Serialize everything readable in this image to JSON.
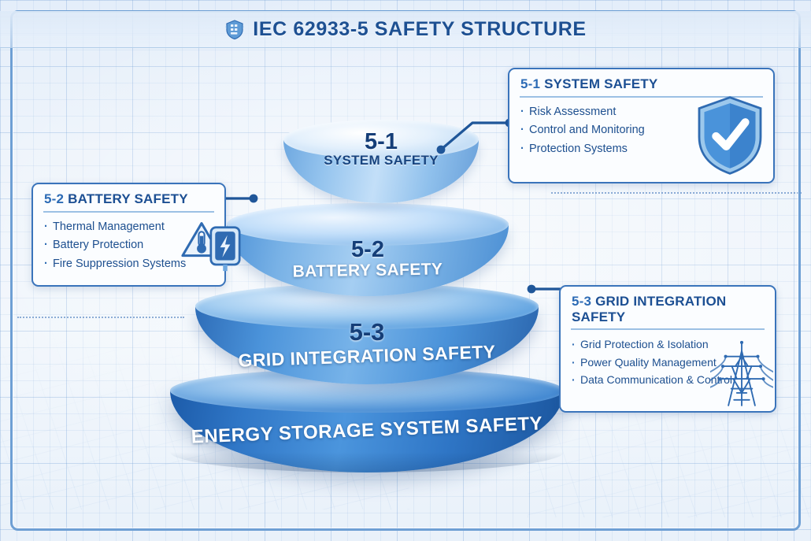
{
  "header": {
    "title": "IEC 62933-5 SAFETY STRUCTURE",
    "icon": "shield-grid-icon"
  },
  "pyramid": {
    "tiers": [
      {
        "id": "5-1",
        "number": "5-1",
        "name": "SYSTEM SAFETY",
        "color": "#cfe3f7"
      },
      {
        "id": "5-2",
        "number": "5-2",
        "name": "BATTERY SAFETY",
        "color": "#79b2e6"
      },
      {
        "id": "5-3",
        "number": "5-3",
        "name": "GRID INTEGRATION SAFETY",
        "color": "#4b93da"
      },
      {
        "id": "base",
        "number": "",
        "name": "ENERGY STORAGE SYSTEM SAFETY",
        "color": "#2a6cc0"
      }
    ]
  },
  "callouts": {
    "system_safety": {
      "index": "5-1",
      "title": "SYSTEM SAFETY",
      "items": [
        "Risk Assessment",
        "Control and Monitoring",
        "Protection Systems"
      ],
      "icon": "shield-check-icon"
    },
    "battery_safety": {
      "index": "5-2",
      "title": "BATTERY SAFETY",
      "items": [
        "Thermal Management",
        "Battery Protection",
        "Fire Suppression Systems"
      ],
      "icons": [
        "thermometer-warning-icon",
        "battery-bolt-icon"
      ]
    },
    "grid_integration_safety": {
      "index": "5-3",
      "title": "GRID INTEGRATION SAFETY",
      "items": [
        "Grid Protection & Isolation",
        "Power Quality Management",
        "Data Communication & Control"
      ],
      "icon": "transmission-tower-icon"
    }
  },
  "colors": {
    "accent": "#1d5092",
    "border": "#3a74bb",
    "frame": "#6e9fd4",
    "background": "#eef4fb"
  }
}
